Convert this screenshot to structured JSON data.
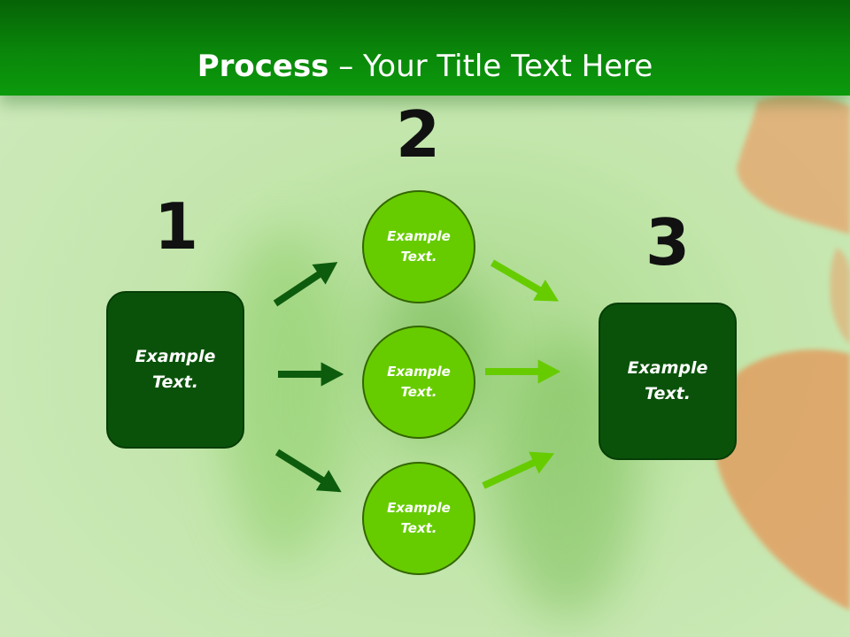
{
  "title": {
    "bold": "Process",
    "rest": " – Your Title Text Here"
  },
  "steps": {
    "step1": {
      "number": "1",
      "text": "Example Text."
    },
    "step2": {
      "number": "2",
      "items": [
        "Example Text.",
        "Example Text.",
        "Example Text."
      ]
    },
    "step3": {
      "number": "3",
      "text": "Example Text."
    }
  },
  "colors": {
    "header": "#0a870a",
    "box": "#0a520a",
    "circle": "#66cc00",
    "arrow_dark": "#0d5c0d",
    "arrow_light": "#66cc00",
    "flower": "#f08a3c"
  }
}
